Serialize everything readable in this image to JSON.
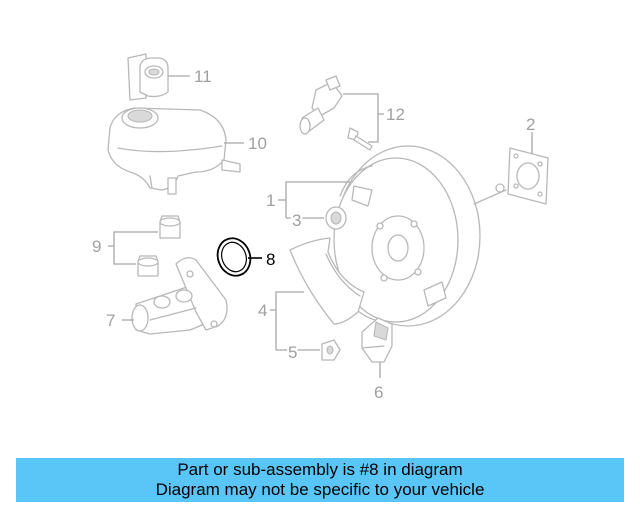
{
  "callouts": {
    "c1": "1",
    "c2": "2",
    "c3": "3",
    "c4": "4",
    "c5": "5",
    "c6": "6",
    "c7": "7",
    "c8": "8",
    "c9": "9",
    "c10": "10",
    "c11": "11",
    "c12": "12"
  },
  "highlighted_part": "8",
  "banner": {
    "line1": "Part or sub-assembly is #8 in diagram",
    "line2": "Diagram may not be specific to your vehicle",
    "background": "#5ac6f8"
  },
  "colors": {
    "part_outline": "#b8b8b8",
    "highlight": "#000000",
    "callout_text": "#a0a0a0"
  }
}
